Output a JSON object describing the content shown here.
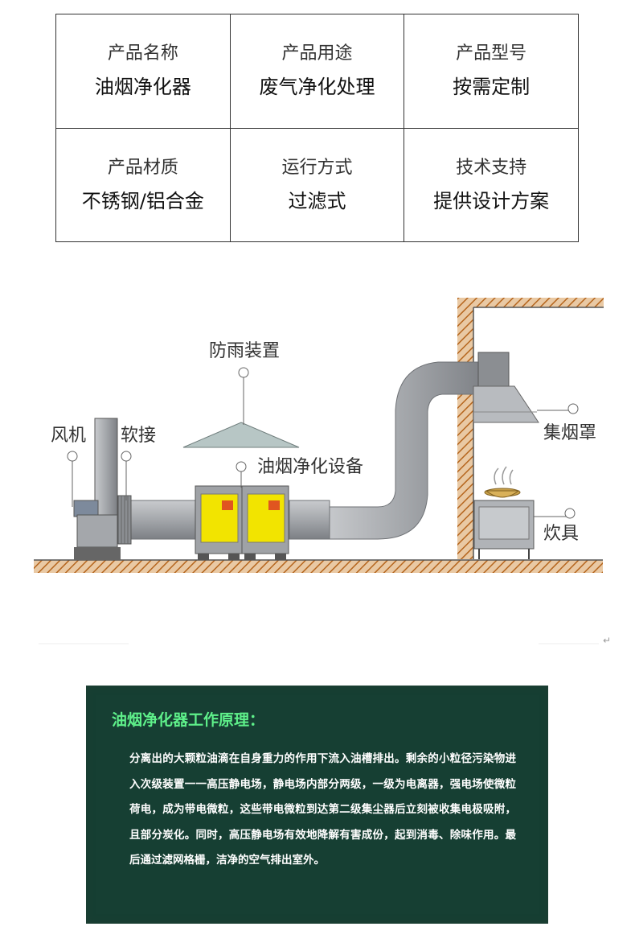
{
  "spec": {
    "rows": [
      [
        {
          "label": "产品名称",
          "value": "油烟净化器"
        },
        {
          "label": "产品用途",
          "value": "废气净化处理"
        },
        {
          "label": "产品型号",
          "value": "按需定制"
        }
      ],
      [
        {
          "label": "产品材质",
          "value": "不锈钢/铝合金"
        },
        {
          "label": "运行方式",
          "value": "过滤式"
        },
        {
          "label": "技术支持",
          "value": "提供设计方案"
        }
      ]
    ]
  },
  "diagram": {
    "labels": {
      "fan": "风机",
      "soft_joint": "软接",
      "rain_cover": "防雨装置",
      "purifier": "油烟净化设备",
      "hood": "集烟罩",
      "stove": "炊具"
    },
    "colors": {
      "duct": "#a9acb0",
      "purifier_door": "#f2e400",
      "wall_hatch": "#b5651d"
    }
  },
  "principle": {
    "title": "油烟净化器工作原理：",
    "body": "分离出的大颗粒油滴在自身重力的作用下流入油槽排出。剩余的小粒径污染物进入次级装置一一高压静电场，静电场内部分两级，一级为电离器，强电场使微粒荷电，成为带电微粒，这些带电微粒到达第二级集尘器后立刻被收集电极吸附，且部分炭化。同时，高压静电场有效地降解有害成份，起到消毒、除味作用。最后通过滤网格栅，洁净的空气排出室外。"
  }
}
